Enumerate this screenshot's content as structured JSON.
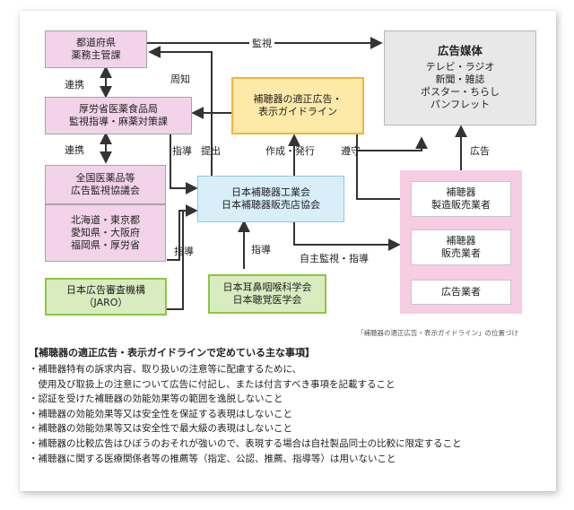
{
  "boxes": {
    "prefecture": [
      "都道府県",
      "薬務主管課"
    ],
    "mhlw": [
      "厚労省医薬食品局",
      "監視指導・麻薬対策課"
    ],
    "council": [
      "全国医薬品等",
      "広告監視協議会"
    ],
    "regions": [
      "北海道・東京都",
      "愛知県・大阪府",
      "福岡県・厚労省"
    ],
    "jaro": [
      "日本広告審査機構",
      "（JARO）"
    ],
    "guideline": [
      "補聴器の適正広告・",
      "表示ガイドライン"
    ],
    "association": [
      "日本補聴器工業会",
      "日本補聴器販売店協会"
    ],
    "academy": [
      "日本耳鼻咽喉科学会",
      "日本聴覚医学会"
    ],
    "media": {
      "title": "広告媒体",
      "lines": [
        "テレビ・ラジオ",
        "新聞・雑誌",
        "ポスター・ちらし",
        "パンフレット"
      ]
    },
    "manufacturer": [
      "補聴器",
      "製造販売業者"
    ],
    "seller": [
      "補聴器",
      "販売業者"
    ],
    "ad_agency": [
      "広告業者"
    ]
  },
  "labels": {
    "monitor": "監視",
    "notify": "周知",
    "cooperate1": "連携",
    "cooperate2": "連携",
    "guidance1": "指導",
    "submit": "提出",
    "create_issue": "作成・発行",
    "comply": "遵守",
    "advertise": "広告",
    "guidance2": "指導",
    "guidance3": "指導",
    "self_monitor": "自主監視・指導"
  },
  "caption": "「補聴器の適正広告・表示ガイドライン」の位置づけ",
  "notes": {
    "title": "【補聴器の適正広告・表示ガイドラインで定めている主な事項】",
    "items": [
      "・補聴器特有の訴求内容、取り扱いの注意等に配慮するために、",
      "　使用及び取扱上の注意について広告に付記し、または付言すべき事項を記載すること",
      "・認証を受けた補聴器の効能効果等の範囲を逸脱しないこと",
      "・補聴器の効能効果等又は安全性を保証する表現はしないこと",
      "・補聴器の効能効果等又は安全性で最大級の表現はしないこと",
      "・補聴器の比較広告はひぼうのおそれが強いので、表現する場合は自社製品同士の比較に限定すること",
      "・補聴器に関する医療関係者等の推薦等（指定、公認、推薦、指導等）は用いないこと"
    ]
  },
  "colors": {
    "pink_box": "#f2d3e9",
    "orange_box": "#fde9a8",
    "blue_box": "#d8eef9",
    "green_box": "#d9ecc0",
    "media_box": "#e8e8e8",
    "pink_panel": "#f6cde3",
    "arrow": "#333333"
  }
}
